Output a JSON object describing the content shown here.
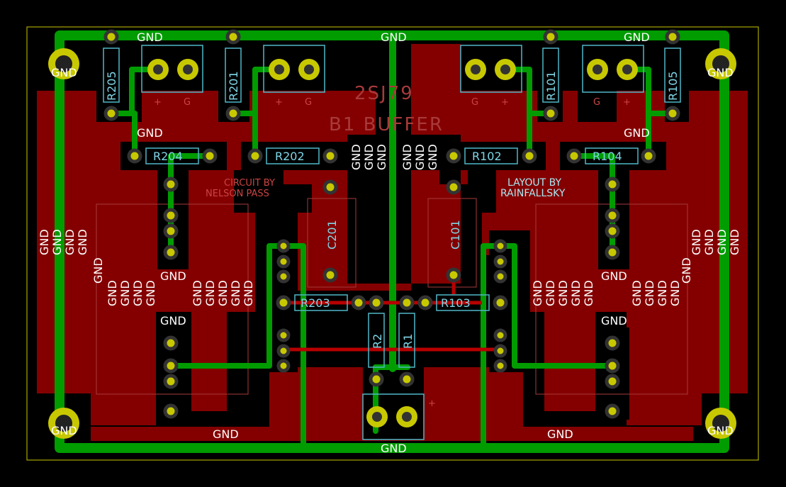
{
  "board": {
    "colors": {
      "background": "#000000",
      "copper": "#840000",
      "trace": "#009c00",
      "pad": "#c8c800",
      "hole": "#333333",
      "edge": "#c8c800",
      "silkscreen": "#7fd6e6",
      "title_silk": "#a83a3a"
    },
    "title_lines": [
      "2SJ79",
      "B1 BUFFER"
    ],
    "credit_circuit": [
      "CIRCUIT BY",
      "NELSON PASS"
    ],
    "credit_layout": [
      "LAYOUT BY",
      "RAINFALLSKY"
    ],
    "net_label": "GND",
    "component_refs": {
      "r205": "R205",
      "r201": "R201",
      "r101": "R101",
      "r105": "R105",
      "r204": "R204",
      "r202": "R202",
      "r102": "R102",
      "r104": "R104",
      "c201": "C201",
      "c101": "C101",
      "r203": "R203",
      "r103": "R103",
      "r2": "R2",
      "r1": "R1"
    },
    "polarity": {
      "plus": "+",
      "ground": "G"
    }
  }
}
